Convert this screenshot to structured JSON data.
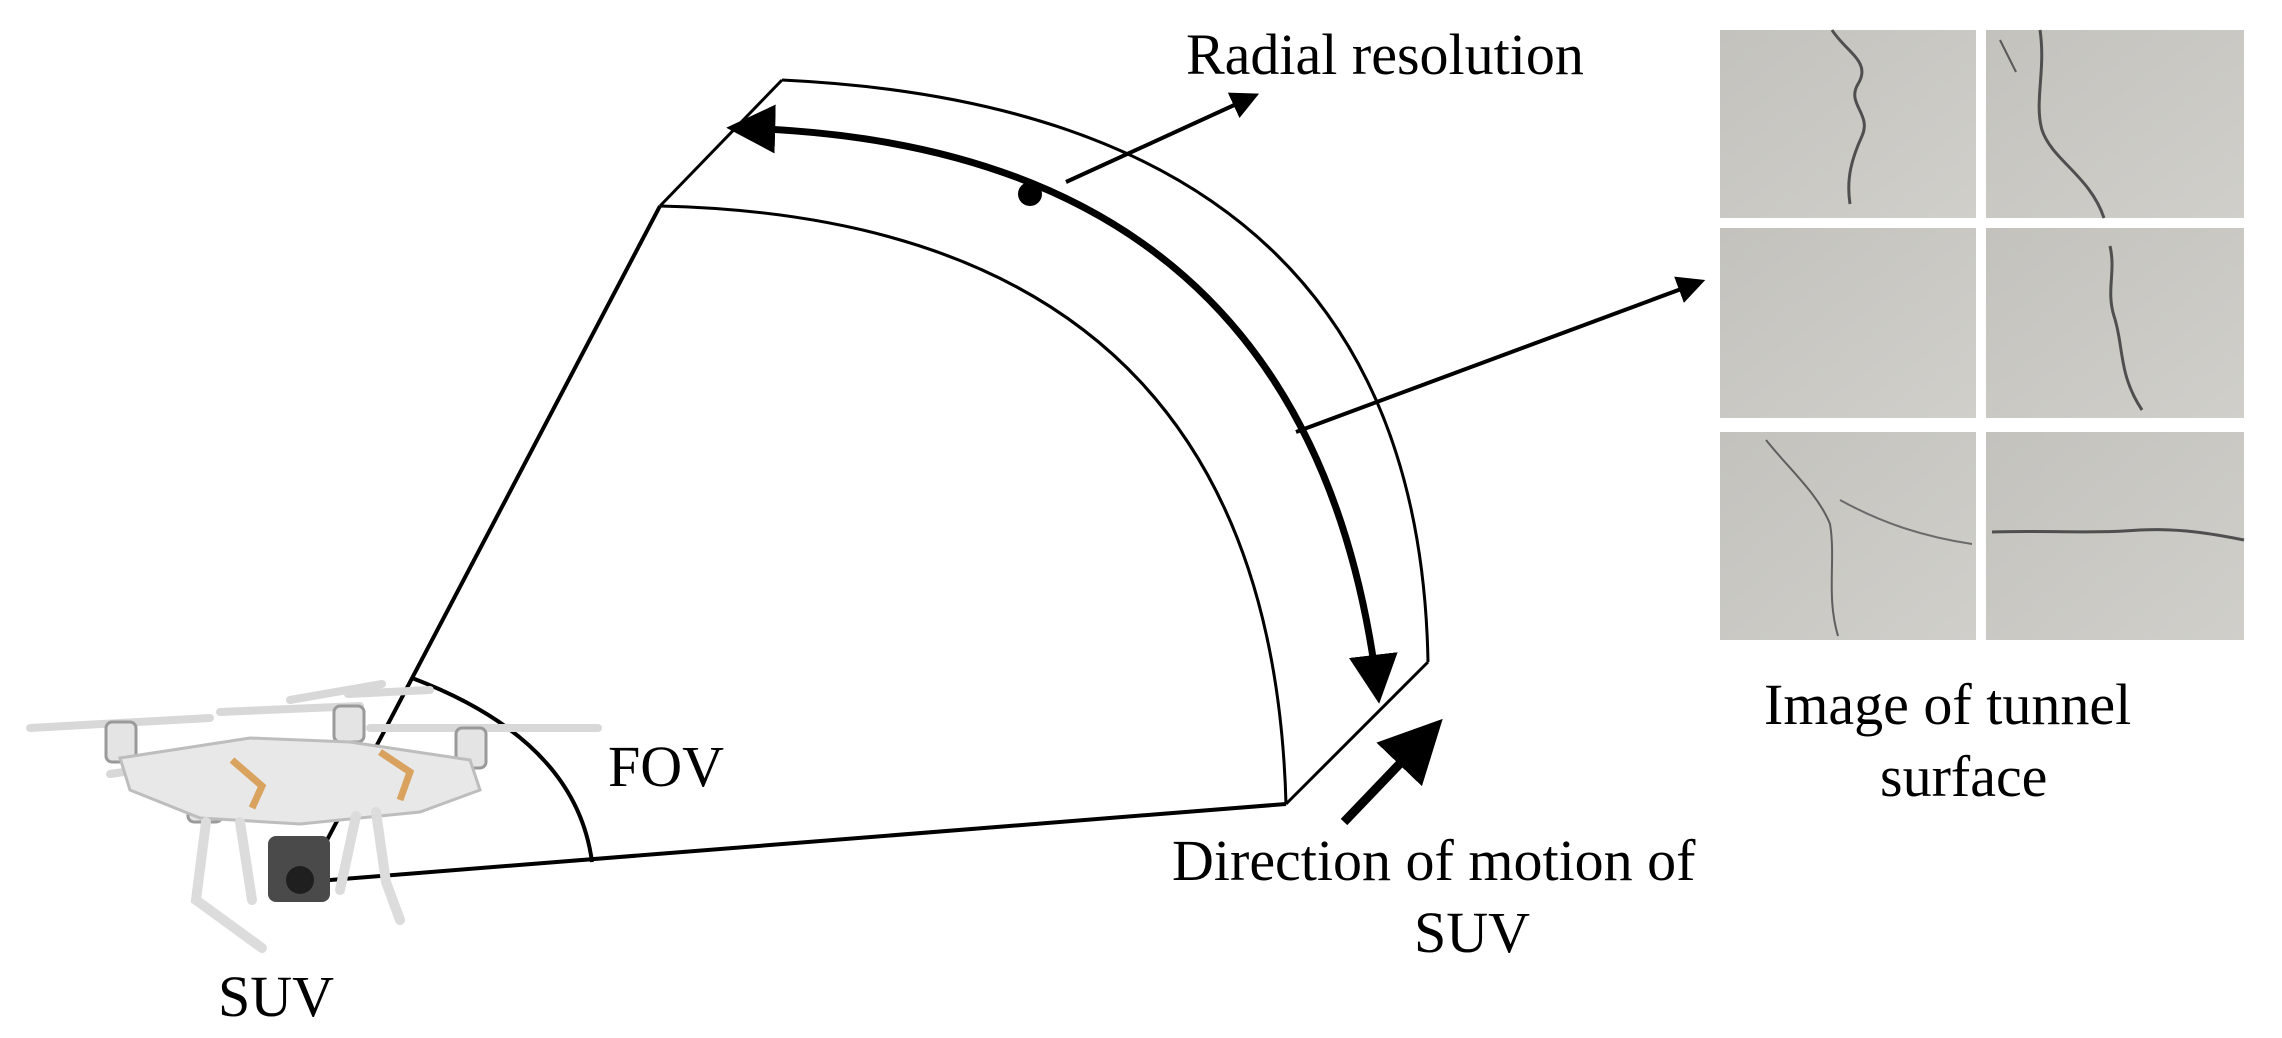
{
  "labels": {
    "radial_resolution": "Radial resolution",
    "fov": "FOV",
    "direction_line1": "Direction of motion of",
    "direction_line2": "SUV",
    "surface_line1": "Image of tunnel",
    "surface_line2": "surface",
    "suv": "SUV"
  },
  "colors": {
    "line": "#000000",
    "concrete": "#c9c8c2",
    "crack": "#4f4f4f",
    "drone_body": "#e6e6e6",
    "drone_accent": "#d9a25f"
  },
  "icons": {
    "drone": "quadcopter-drone-icon",
    "tunnel_tiles": "concrete-crack-photo"
  },
  "surface_tiles": [
    {
      "id": "tile-1",
      "crack": "vertical-wavy"
    },
    {
      "id": "tile-2",
      "crack": "vertical-branch"
    },
    {
      "id": "tile-3",
      "crack": "none"
    },
    {
      "id": "tile-4",
      "crack": "vertical-short"
    },
    {
      "id": "tile-5",
      "crack": "diagonal-faint"
    },
    {
      "id": "tile-6",
      "crack": "horizontal"
    }
  ]
}
